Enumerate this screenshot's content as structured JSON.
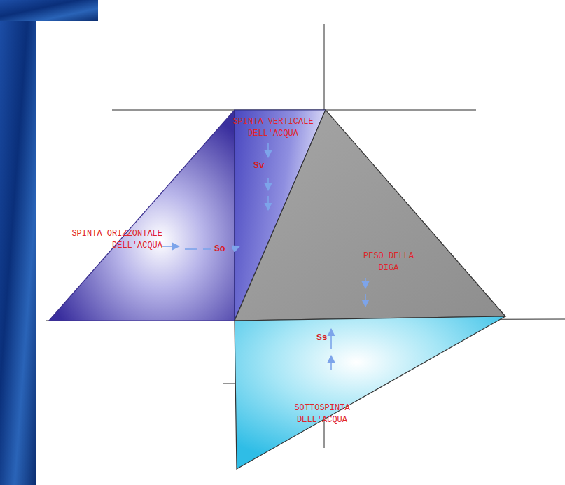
{
  "diagram": {
    "labels": [
      "SPINTA VERTICALE DELL'ACQUA",
      "Sv",
      "SPINTA ORIZZONTALE DELL'ACQUA",
      "So",
      "PESO DELLA DIGA",
      "SOTTOSPINTA DELL'ACQUA",
      "Ss"
    ]
  }
}
